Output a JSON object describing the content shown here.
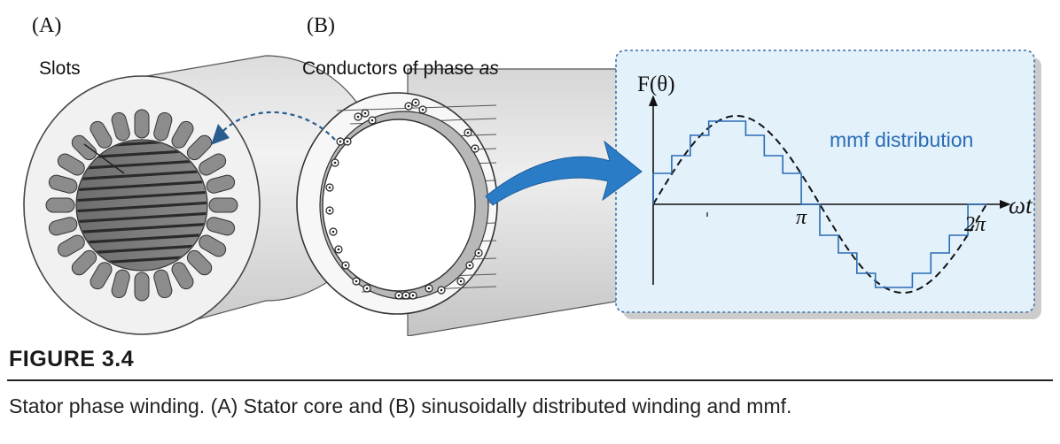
{
  "panels": {
    "a_label": "(A)",
    "b_label": "(B)"
  },
  "labels": {
    "slots": "Slots",
    "conductors_prefix": "Conductors of phase ",
    "conductors_phase": "as"
  },
  "plot": {
    "y_label": "F(θ)",
    "x_label": "ωt",
    "tick_pi": "π",
    "tick_2pi": "2π",
    "legend": "mmf distribution",
    "colors": {
      "step": "#2b6cb5",
      "box_fill": "#e3f1fb",
      "box_border": "#3a6fa8",
      "legend_text": "#2b6cb5",
      "arrow": "#2a7cc7"
    }
  },
  "figure": {
    "number": "FIGURE 3.4",
    "caption": "Stator phase winding. (A) Stator core and (B) sinusoidally distributed winding and mmf."
  }
}
